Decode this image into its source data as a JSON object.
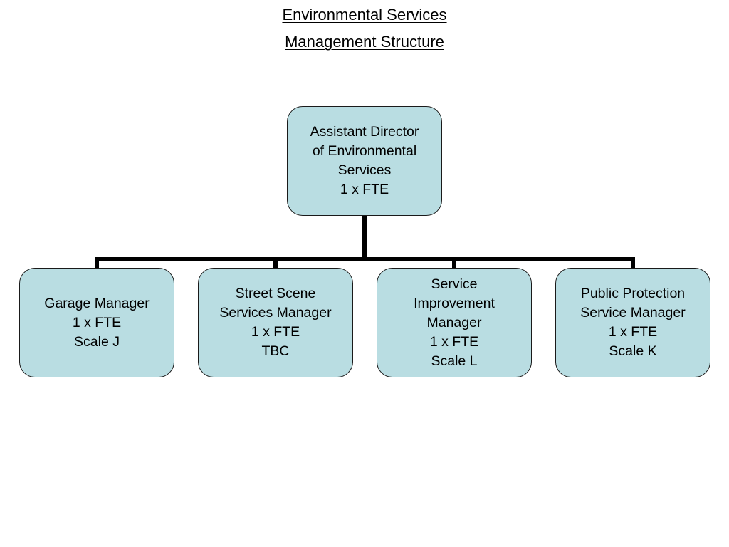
{
  "title": {
    "line1": "Environmental Services",
    "line2": "Management Structure"
  },
  "colors": {
    "node_fill": "#b9dde2",
    "node_border": "#1a1a1a",
    "connector": "#000000"
  },
  "director": {
    "lines": [
      "Assistant Director",
      "of Environmental",
      "Services",
      "1 x FTE"
    ]
  },
  "reports": [
    {
      "lines": [
        "Garage Manager",
        "1 x FTE",
        "Scale J"
      ]
    },
    {
      "lines": [
        "Street Scene",
        "Services Manager",
        "1 x FTE",
        "TBC"
      ]
    },
    {
      "lines": [
        "Service",
        "Improvement",
        "Manager",
        "1 x FTE",
        "Scale L"
      ]
    },
    {
      "lines": [
        "Public Protection",
        "Service Manager",
        "1 x FTE",
        "Scale K"
      ]
    }
  ]
}
